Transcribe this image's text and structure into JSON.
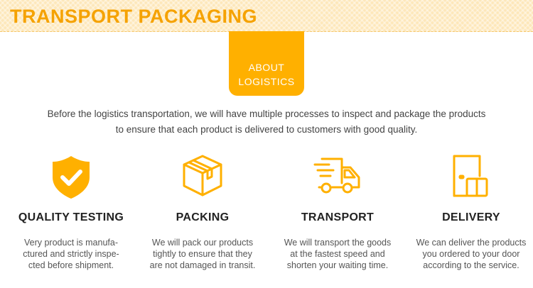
{
  "header": {
    "title": "TRANSPORT PACKAGING"
  },
  "badge": {
    "line1": "ABOUT",
    "line2": "LOGISTICS"
  },
  "intro": {
    "line1": "Before the logistics transportation, we will have multiple processes to inspect and package the products",
    "line2": "to ensure that each product is delivered to customers with good quality."
  },
  "colors": {
    "accent": "#ffb000",
    "header_bg": "#fde7b9",
    "title": "#f5a200"
  },
  "features": [
    {
      "icon": "shield-check-icon",
      "title": "QUALITY TESTING",
      "lines": [
        "Very product is manufa-",
        "ctured and strictly inspe-",
        "cted before shipment."
      ]
    },
    {
      "icon": "box-icon",
      "title": "PACKING",
      "lines": [
        "We will pack our products",
        "tightly to ensure that they",
        "are not damaged in transit."
      ]
    },
    {
      "icon": "truck-icon",
      "title": "TRANSPORT",
      "lines": [
        "We will transport the goods",
        "at the fastest speed and",
        "shorten your waiting time."
      ]
    },
    {
      "icon": "door-delivery-icon",
      "title": "DELIVERY",
      "lines": [
        "We can deliver the products",
        "you ordered to your door",
        "according to the service."
      ]
    }
  ]
}
